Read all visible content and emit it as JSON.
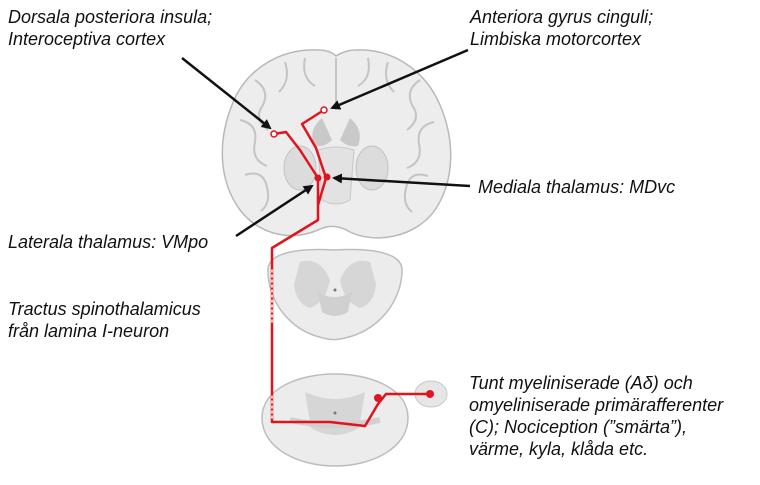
{
  "labels": {
    "insula": [
      "Dorsala posteriora insula;",
      "Interoceptiva cortex"
    ],
    "cingulate": [
      "Anteriora gyrus cinguli;",
      "Limbiska motorcortex"
    ],
    "mdvc": [
      "Mediala thalamus: MDvc"
    ],
    "vmpo": [
      "Laterala thalamus: VMpo"
    ],
    "tract": [
      "Tractus spinothalamicus",
      "från lamina I-neuron"
    ],
    "afferents": [
      "Tunt myeliniserade (Aδ) och",
      "omyeliniserade primärafferenter",
      "(C); Nociception (”smärta”),",
      "värme, kyla, klåda etc."
    ]
  },
  "colors": {
    "pathway": "#e0141e",
    "arrow": "#111111",
    "tissue": "#ececec",
    "tissue_dark": "#cfcfcf",
    "outline": "#bdbdbd"
  }
}
